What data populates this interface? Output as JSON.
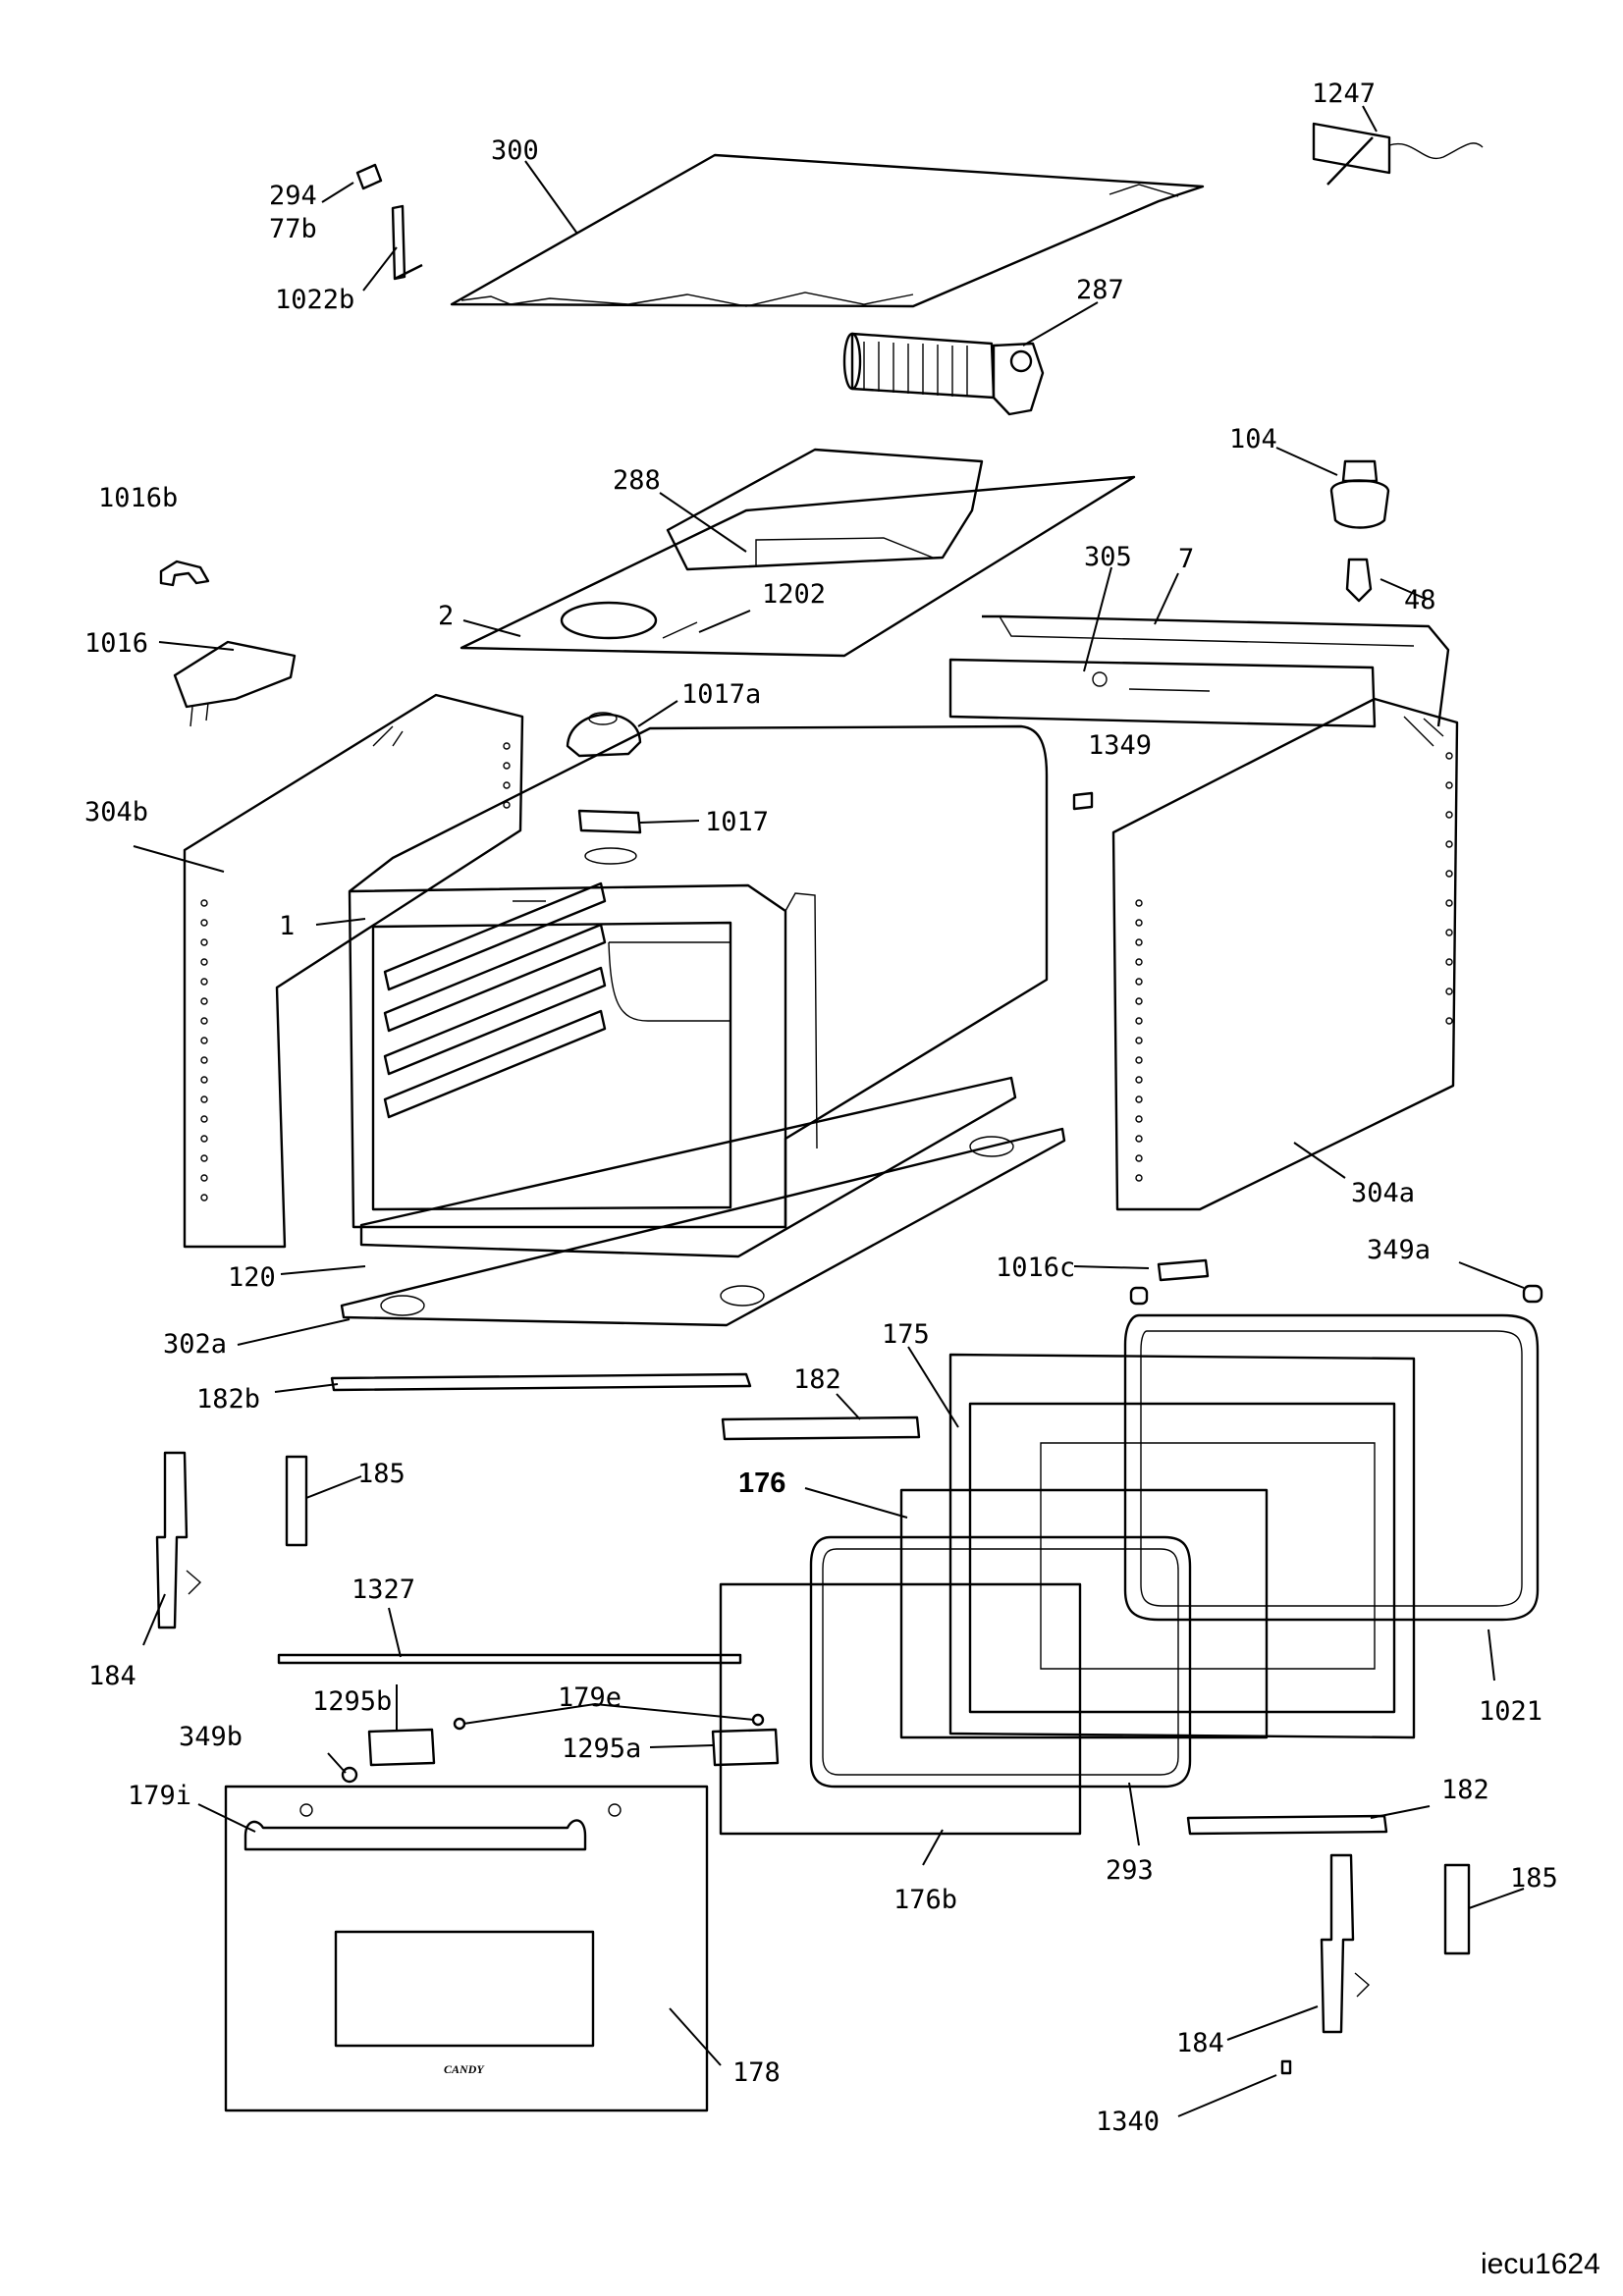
{
  "drawing_code": "iecu1624",
  "brand_mark": "CANDY",
  "labels": {
    "l1247": "1247",
    "l300": "300",
    "l294": "294",
    "l77b": "77b",
    "l1022b": "1022b",
    "l287": "287",
    "l104": "104",
    "l48": "48",
    "l288": "288",
    "l1016b": "1016b",
    "l2": "2",
    "l1202": "1202",
    "l305": "305",
    "l7": "7",
    "l1016": "1016",
    "l1017a": "1017a",
    "l1349": "1349",
    "l304b": "304b",
    "l1017": "1017",
    "l1": "1",
    "l304a": "304a",
    "l120": "120",
    "l1016c": "1016c",
    "l349a": "349a",
    "l302a": "302a",
    "l175": "175",
    "l182b": "182b",
    "l182": "182",
    "l185": "185",
    "l176": "176",
    "l184": "184",
    "l1327": "1327",
    "l1021": "1021",
    "l179e": "179e",
    "l349b": "349b",
    "l1295b": "1295b",
    "l1295a": "1295a",
    "l179i": "179i",
    "l182_2": "182",
    "l293": "293",
    "l185_2": "185",
    "l176b": "176b",
    "l184_2": "184",
    "l178": "178",
    "l1340": "1340"
  }
}
